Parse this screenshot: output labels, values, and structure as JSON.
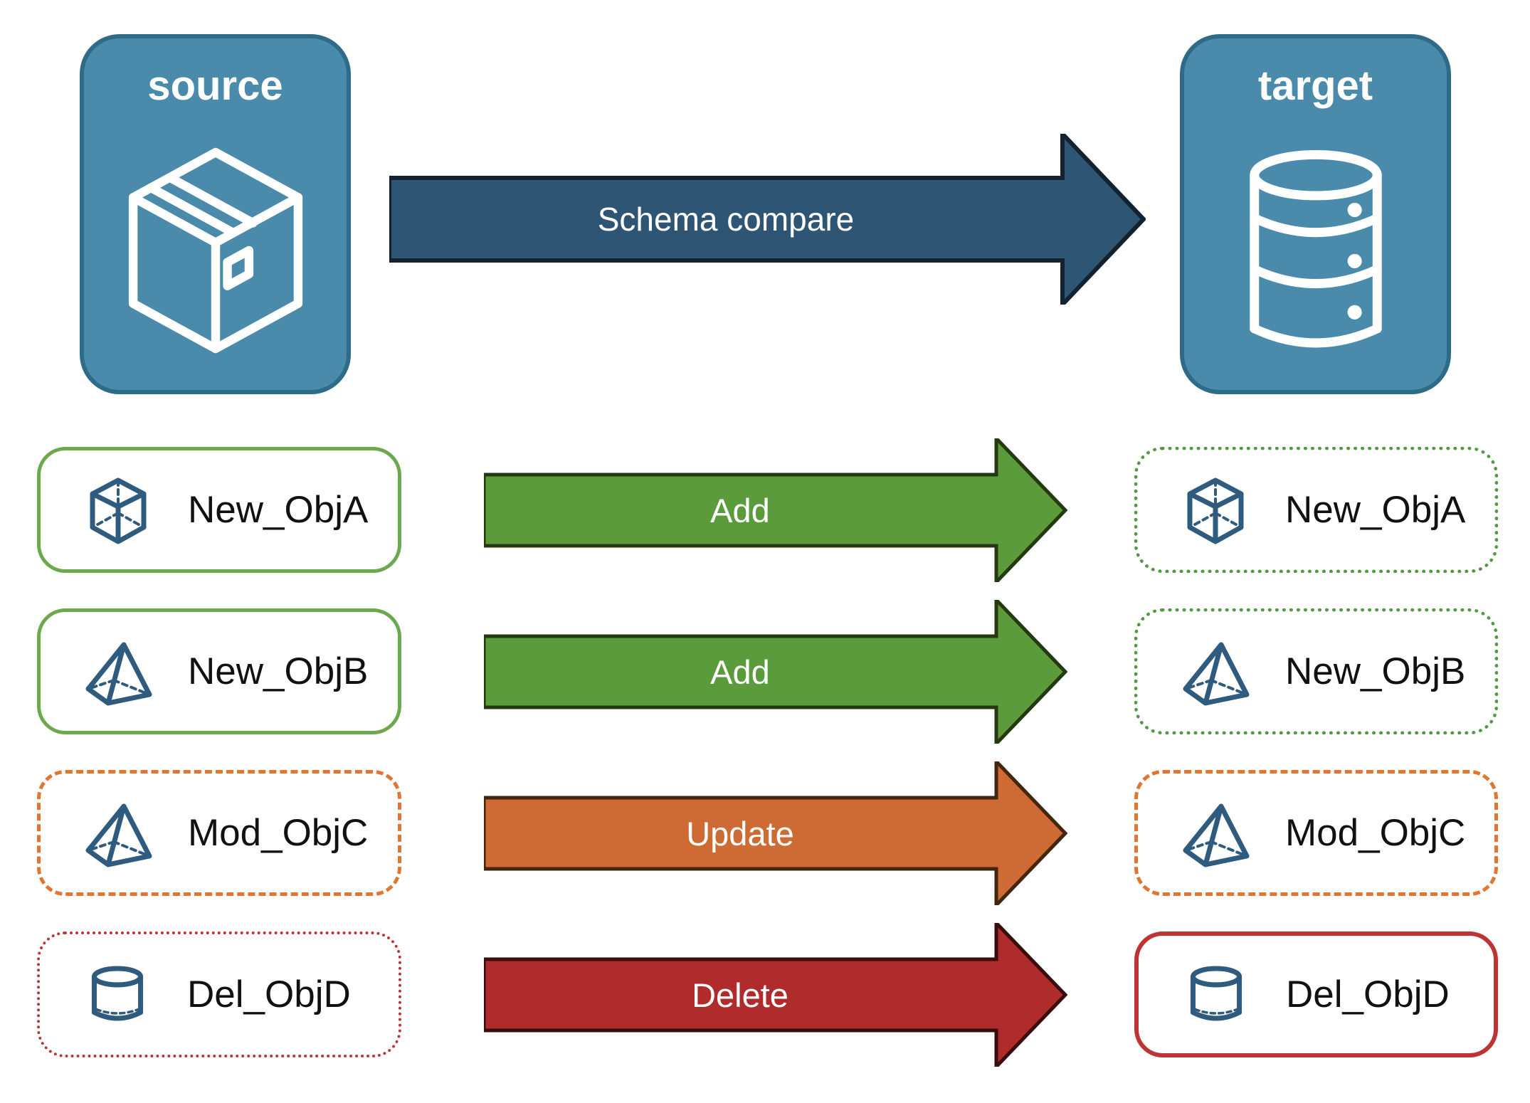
{
  "source": {
    "title": "source",
    "icon": "package-icon"
  },
  "target": {
    "title": "target",
    "icon": "database-icon"
  },
  "compare_arrow": {
    "label": "Schema compare"
  },
  "rows": [
    {
      "name": "New_ObjA",
      "icon": "cube-icon",
      "action_label": "Add",
      "action": "add",
      "source_box_style": "solid-green",
      "target_box_style": "dotted-green"
    },
    {
      "name": "New_ObjB",
      "icon": "pyramid-icon",
      "action_label": "Add",
      "action": "add",
      "source_box_style": "solid-green",
      "target_box_style": "dotted-green"
    },
    {
      "name": "Mod_ObjC",
      "icon": "pyramid-icon",
      "action_label": "Update",
      "action": "update",
      "source_box_style": "dashed-orange",
      "target_box_style": "dashed-orange"
    },
    {
      "name": "Del_ObjD",
      "icon": "cylinder-icon",
      "action_label": "Delete",
      "action": "delete",
      "source_box_style": "dotted-red",
      "target_box_style": "solid-red"
    }
  ],
  "colors": {
    "node_fill": "#4A8BAB",
    "node_border": "#2E6B88",
    "compare_arrow_fill": "#2E5574",
    "compare_arrow_border": "#14212E",
    "add_arrow_fill": "#5B9B3C",
    "add_arrow_border": "#24390F",
    "update_arrow_fill": "#CE6B34",
    "update_arrow_border": "#42260F",
    "delete_arrow_fill": "#B02B2B",
    "delete_arrow_border": "#380E0F",
    "solid_green_border": "#6CA94E",
    "dotted_green_border": "#4F9B3E",
    "dashed_orange_border": "#DD7733",
    "dotted_red_border": "#BE3434",
    "solid_red_border": "#BE3434",
    "object_icon": "#2E5B7E",
    "label_text": "#111111",
    "arrow_text": "#FFFFFF"
  }
}
